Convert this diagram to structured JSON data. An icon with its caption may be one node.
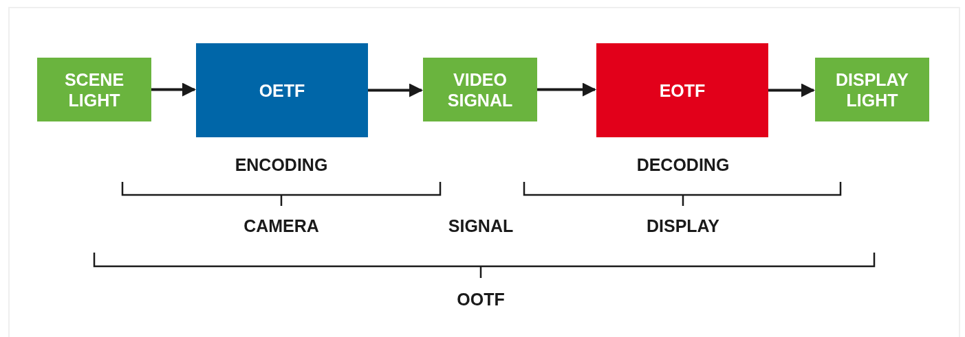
{
  "diagram": {
    "nodes": [
      {
        "text": [
          "SCENE LIGHT"
        ]
      },
      {
        "text": [
          "OETF"
        ]
      },
      {
        "text": [
          "VIDEO SIGNAL"
        ]
      },
      {
        "text": [
          "EOTF"
        ]
      },
      {
        "text": [
          "DISPLAY LIGHT"
        ]
      }
    ],
    "edges": [
      {
        "from": 0,
        "to": 1,
        "arrow": "to"
      },
      {
        "from": 1,
        "to": 2,
        "arrow": "to"
      },
      {
        "from": 2,
        "to": 3,
        "arrow": "to"
      },
      {
        "from": 3,
        "to": 4,
        "arrow": "to"
      }
    ],
    "labels": [
      "ENCODING",
      "DECODING",
      "CAMERA",
      "SIGNAL",
      "DISPLAY",
      "OOTF"
    ]
  }
}
